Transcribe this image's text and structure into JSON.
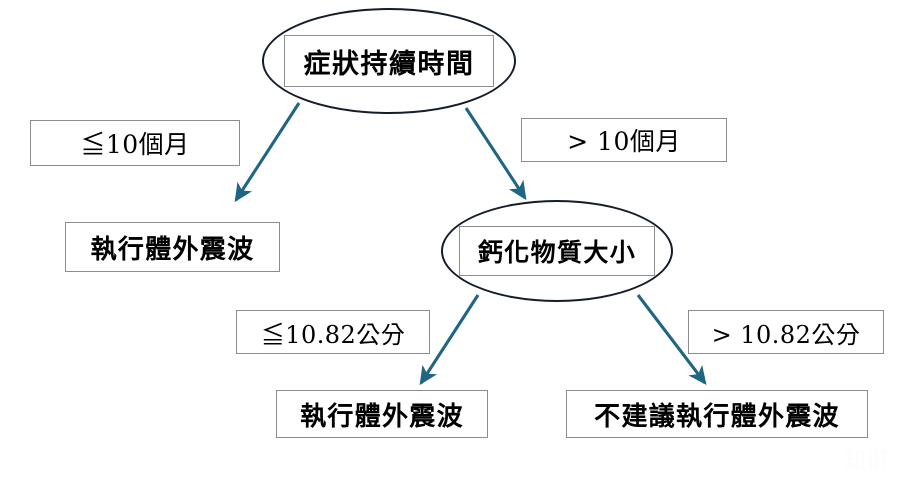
{
  "diagram": {
    "type": "decision-tree",
    "title": "",
    "edge_color": "#1f6584",
    "node_border_color": "#151d2b",
    "box_border_color": "#8d8d8d",
    "background": "#ffffff",
    "nodes": [
      {
        "id": "root",
        "kind": "decision",
        "shape": "ellipse",
        "label": "症狀持續時間"
      },
      {
        "id": "calcification",
        "kind": "decision",
        "shape": "ellipse",
        "label": "鈣化物質大小"
      },
      {
        "id": "leaf-left",
        "kind": "outcome",
        "shape": "rect",
        "label": "執行體外震波"
      },
      {
        "id": "leaf-mid",
        "kind": "outcome",
        "shape": "rect",
        "label": "執行體外震波"
      },
      {
        "id": "leaf-right",
        "kind": "outcome",
        "shape": "rect",
        "label": "不建議執行體外震波"
      }
    ],
    "edges": [
      {
        "id": "root-left",
        "from": "root",
        "to": "leaf-left",
        "label": "≦10個月"
      },
      {
        "id": "root-right",
        "from": "root",
        "to": "calcification",
        "label": "> 10個月"
      },
      {
        "id": "calc-left",
        "from": "calcification",
        "to": "leaf-mid",
        "label": "≦10.82公分"
      },
      {
        "id": "calc-right",
        "from": "calcification",
        "to": "leaf-right",
        "label": "> 10.82公分"
      }
    ],
    "watermark": "知识"
  }
}
